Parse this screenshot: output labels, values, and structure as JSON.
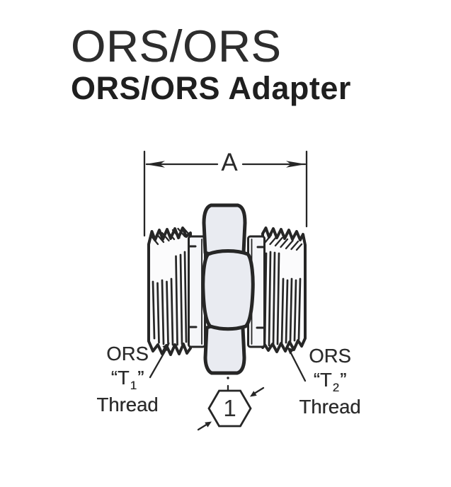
{
  "header": {
    "title": "ORS/ORS",
    "subtitle": "ORS/ORS Adapter"
  },
  "diagram": {
    "dimension_label": "A",
    "balloon": {
      "number": "1"
    },
    "left_label": {
      "line1": "ORS",
      "quote_open": "“",
      "thread_letter": "T",
      "thread_sub": "1",
      "quote_close": "”",
      "line3": "Thread"
    },
    "right_label": {
      "line1": "ORS",
      "quote_open": "“",
      "thread_letter": "T",
      "thread_sub": "2",
      "quote_close": "”",
      "line3": "Thread"
    }
  },
  "colors": {
    "ink": "#262626",
    "shape_fill": "#e9ebf1",
    "thread_fill": "#fbfbfc",
    "flange_fill": "#f5f6f9",
    "paper": "#ffffff"
  }
}
